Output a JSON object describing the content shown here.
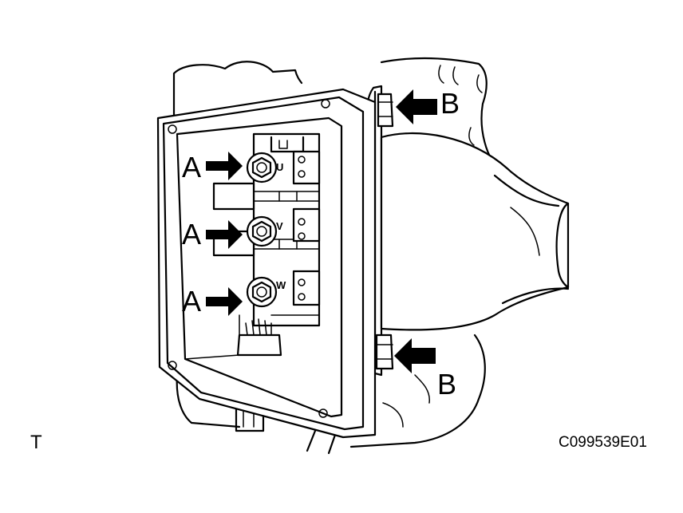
{
  "labels": {
    "a": "A",
    "b": "B",
    "terminal_u": "U",
    "terminal_v": "V",
    "terminal_w": "W"
  },
  "corner_mark": "T",
  "figure_code": "C099539E01",
  "icons": [
    "arrow-icon",
    "bolt-icon"
  ]
}
